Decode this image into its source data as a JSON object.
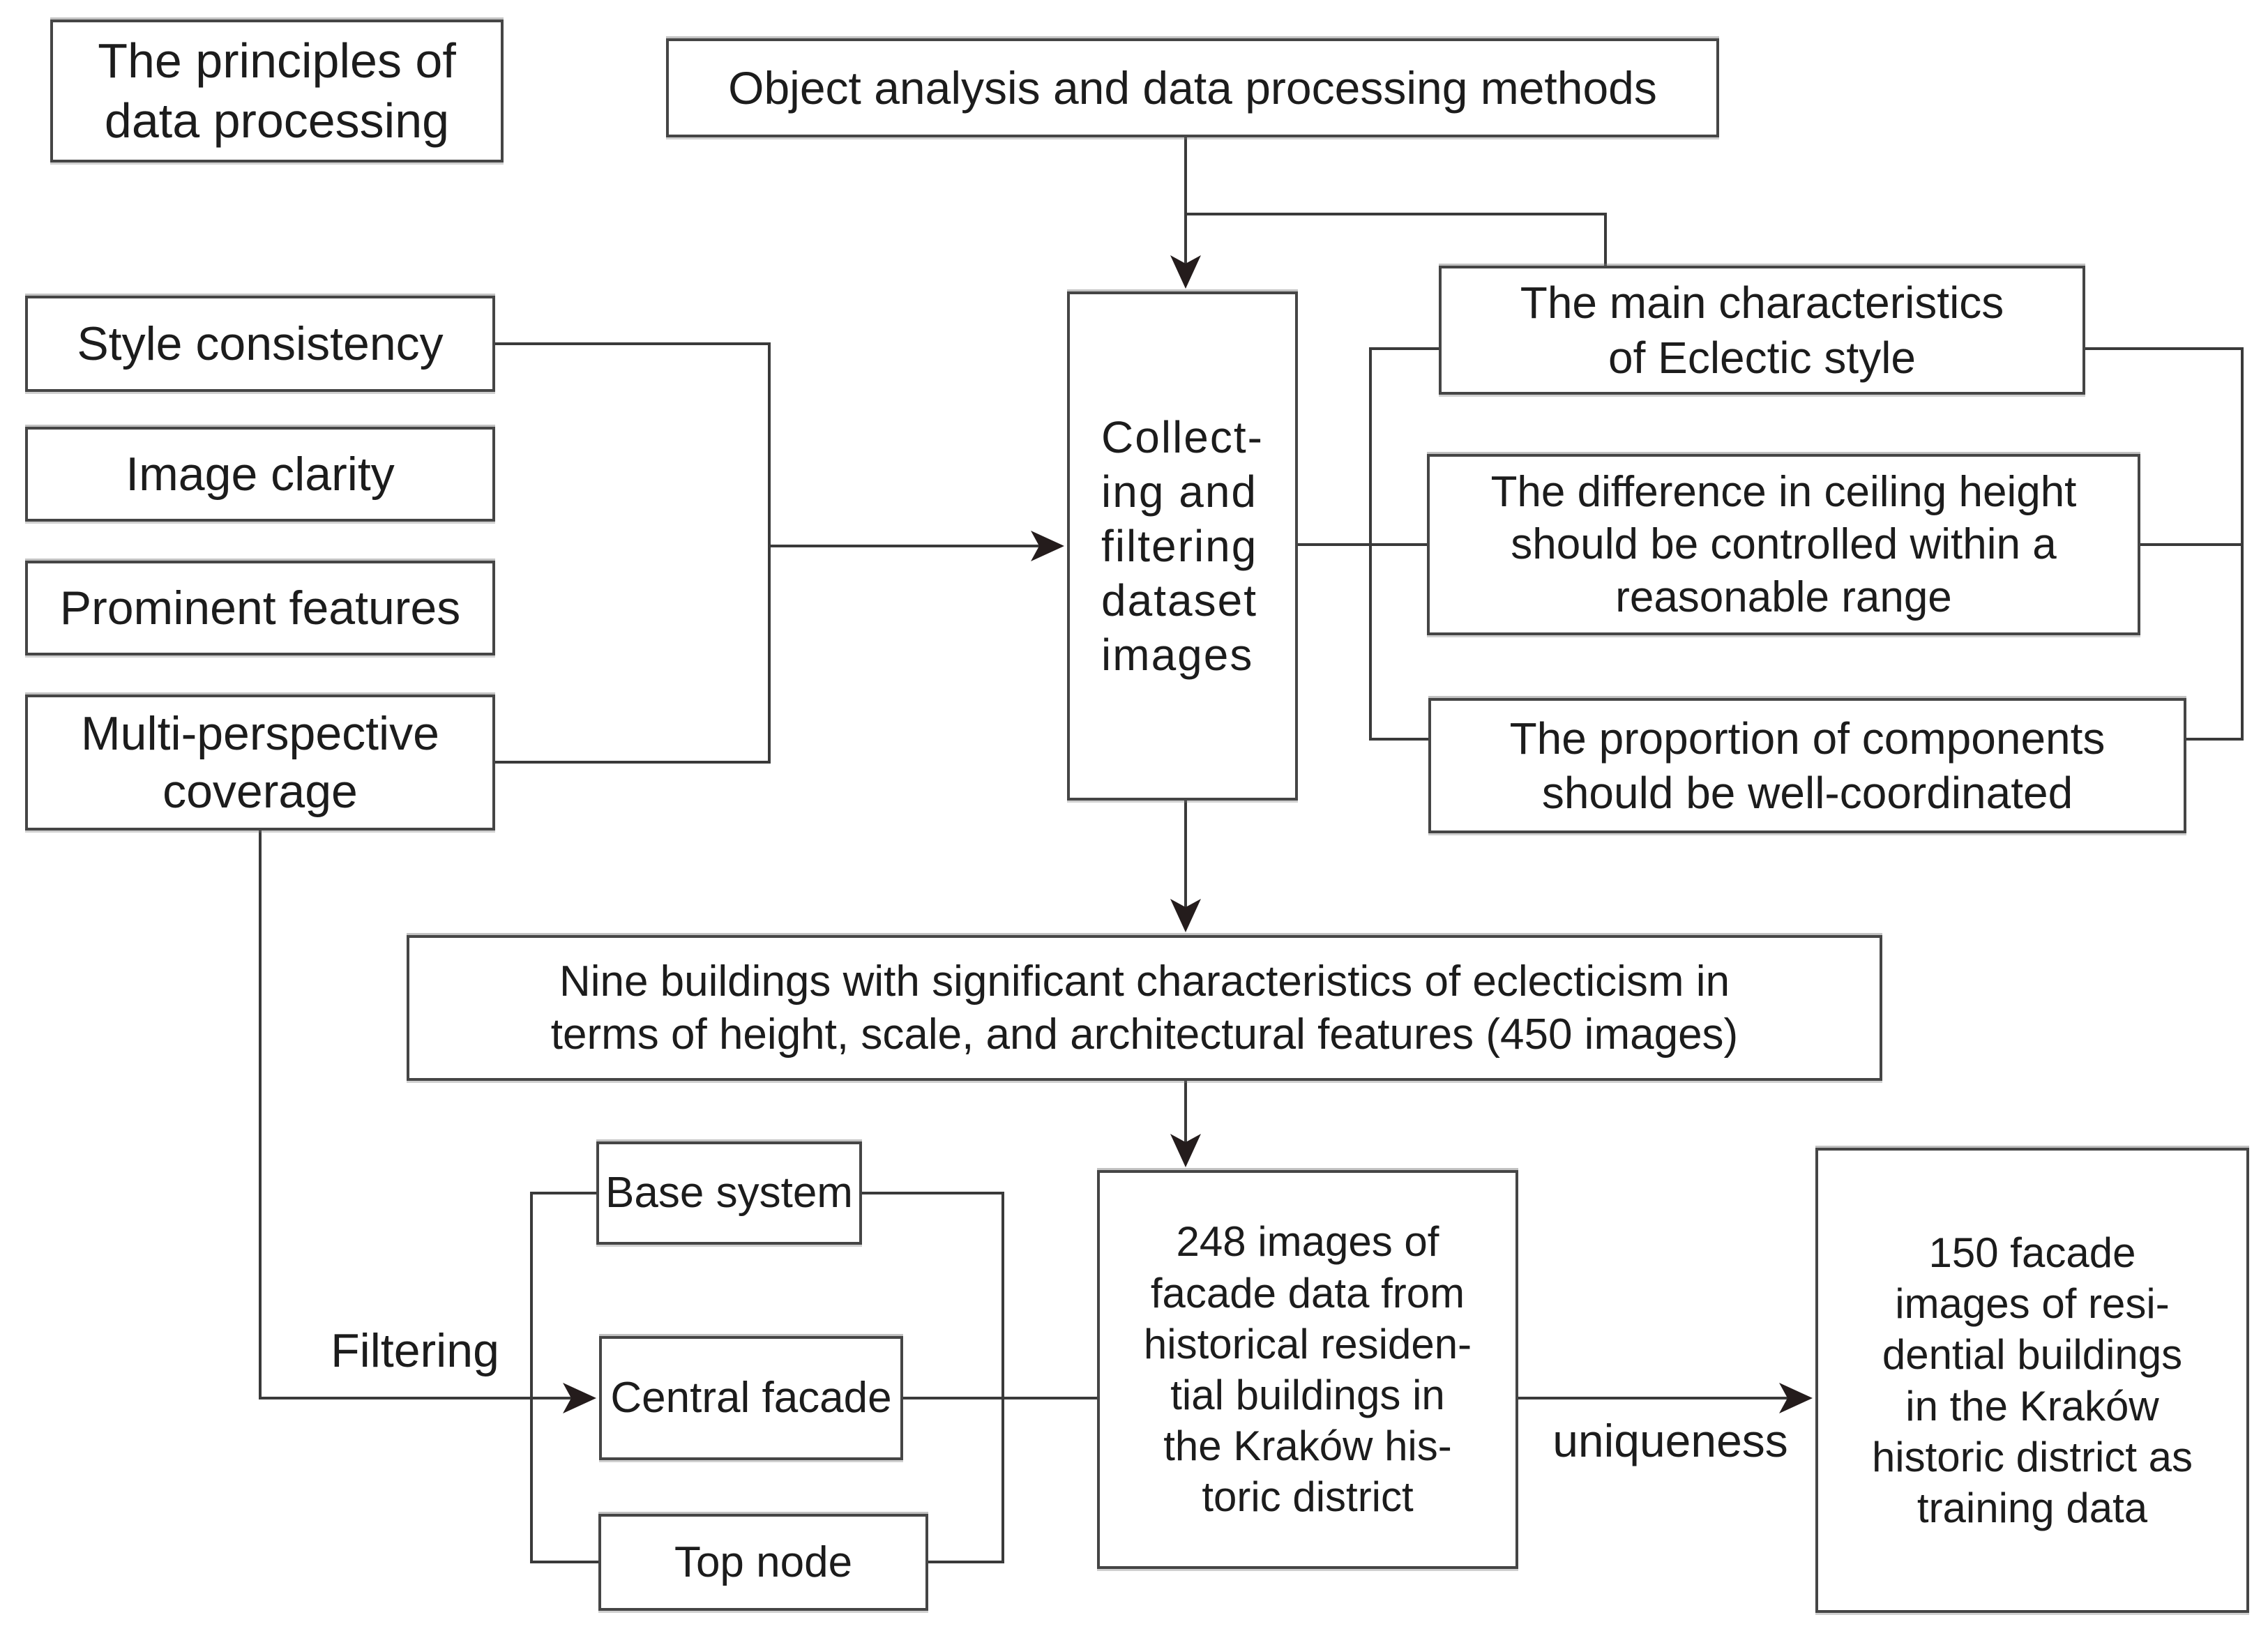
{
  "diagram": {
    "title_note": "Flowchart of dataset collection and filtering principles",
    "nodes": {
      "principles": {
        "label": "The principles of\ndata processing"
      },
      "object_analysis": {
        "label": "Object analysis and data processing methods"
      },
      "style_consistency": {
        "label": "Style consistency"
      },
      "image_clarity": {
        "label": "Image clarity"
      },
      "prominent_features": {
        "label": "Prominent features"
      },
      "multi_perspective": {
        "label": "Multi-perspective\ncoverage"
      },
      "collecting": {
        "label": "Collect-\ning and\nfiltering\ndataset\nimages"
      },
      "main_characteristics": {
        "label": "The main characteristics\nof Eclectic style"
      },
      "ceiling_height": {
        "label": "The difference in ceiling height\nshould be controlled within a\nreasonable range"
      },
      "proportion": {
        "label": "The proportion of components\nshould be well-coordinated"
      },
      "nine_buildings": {
        "label": "Nine buildings with significant characteristics of eclecticism in\nterms of height, scale, and architectural features (450 images)"
      },
      "base_system": {
        "label": "Base system"
      },
      "central_facade": {
        "label": "Central facade"
      },
      "top_node": {
        "label": "Top node"
      },
      "images_248": {
        "label": "248 images of\nfacade data from\nhistorical residen-\ntial buildings in\nthe Kraków his-\ntoric district"
      },
      "images_150": {
        "label": "150 facade\nimages of resi-\ndential buildings\nin the Kraków\nhistoric district as\ntraining data"
      }
    },
    "edge_labels": {
      "filtering": "Filtering",
      "uniqueness": "uniqueness"
    },
    "counts": {
      "nine_buildings_images": "450",
      "facade_images": "248",
      "training_images": "150"
    },
    "colors": {
      "background": "#ffffff",
      "box_fill": "#ffffff",
      "box_border": "#454545",
      "line": "#3a3a3a",
      "arrowhead": "#241c1c",
      "text": "#1c1c1c"
    }
  }
}
